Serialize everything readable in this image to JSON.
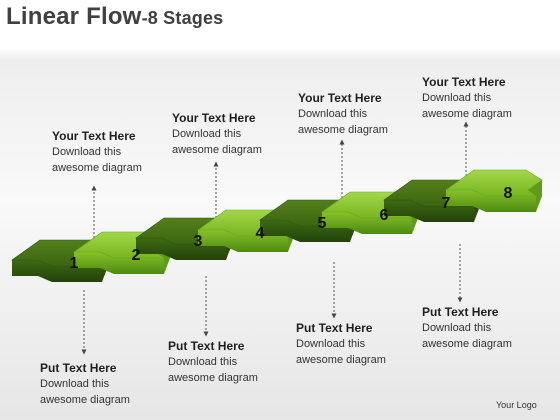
{
  "title": {
    "main": "Linear Flow",
    "sub": "-8 Stages"
  },
  "stages": [
    "1",
    "2",
    "3",
    "4",
    "5",
    "6",
    "7",
    "8"
  ],
  "callouts": [
    {
      "heading": "Your Text Here",
      "body": "Download this awesome diagram"
    },
    {
      "heading": "Put Text Here",
      "body": "Download this awesome diagram"
    },
    {
      "heading": "Your Text Here",
      "body": "Download this awesome diagram"
    },
    {
      "heading": "Put Text Here",
      "body": "Download this awesome diagram"
    },
    {
      "heading": "Your Text Here",
      "body": "Download this awesome diagram"
    },
    {
      "heading": "Put Text Here",
      "body": "Download this awesome diagram"
    },
    {
      "heading": "Your Text Here",
      "body": "Download this awesome diagram"
    },
    {
      "heading": "Put Text Here",
      "body": "Download this awesome diagram"
    }
  ],
  "footer": "Your Logo",
  "colors": {
    "dark_green": "#3e6b12",
    "light_green": "#7fbf22",
    "text": "#1f1f1f"
  }
}
